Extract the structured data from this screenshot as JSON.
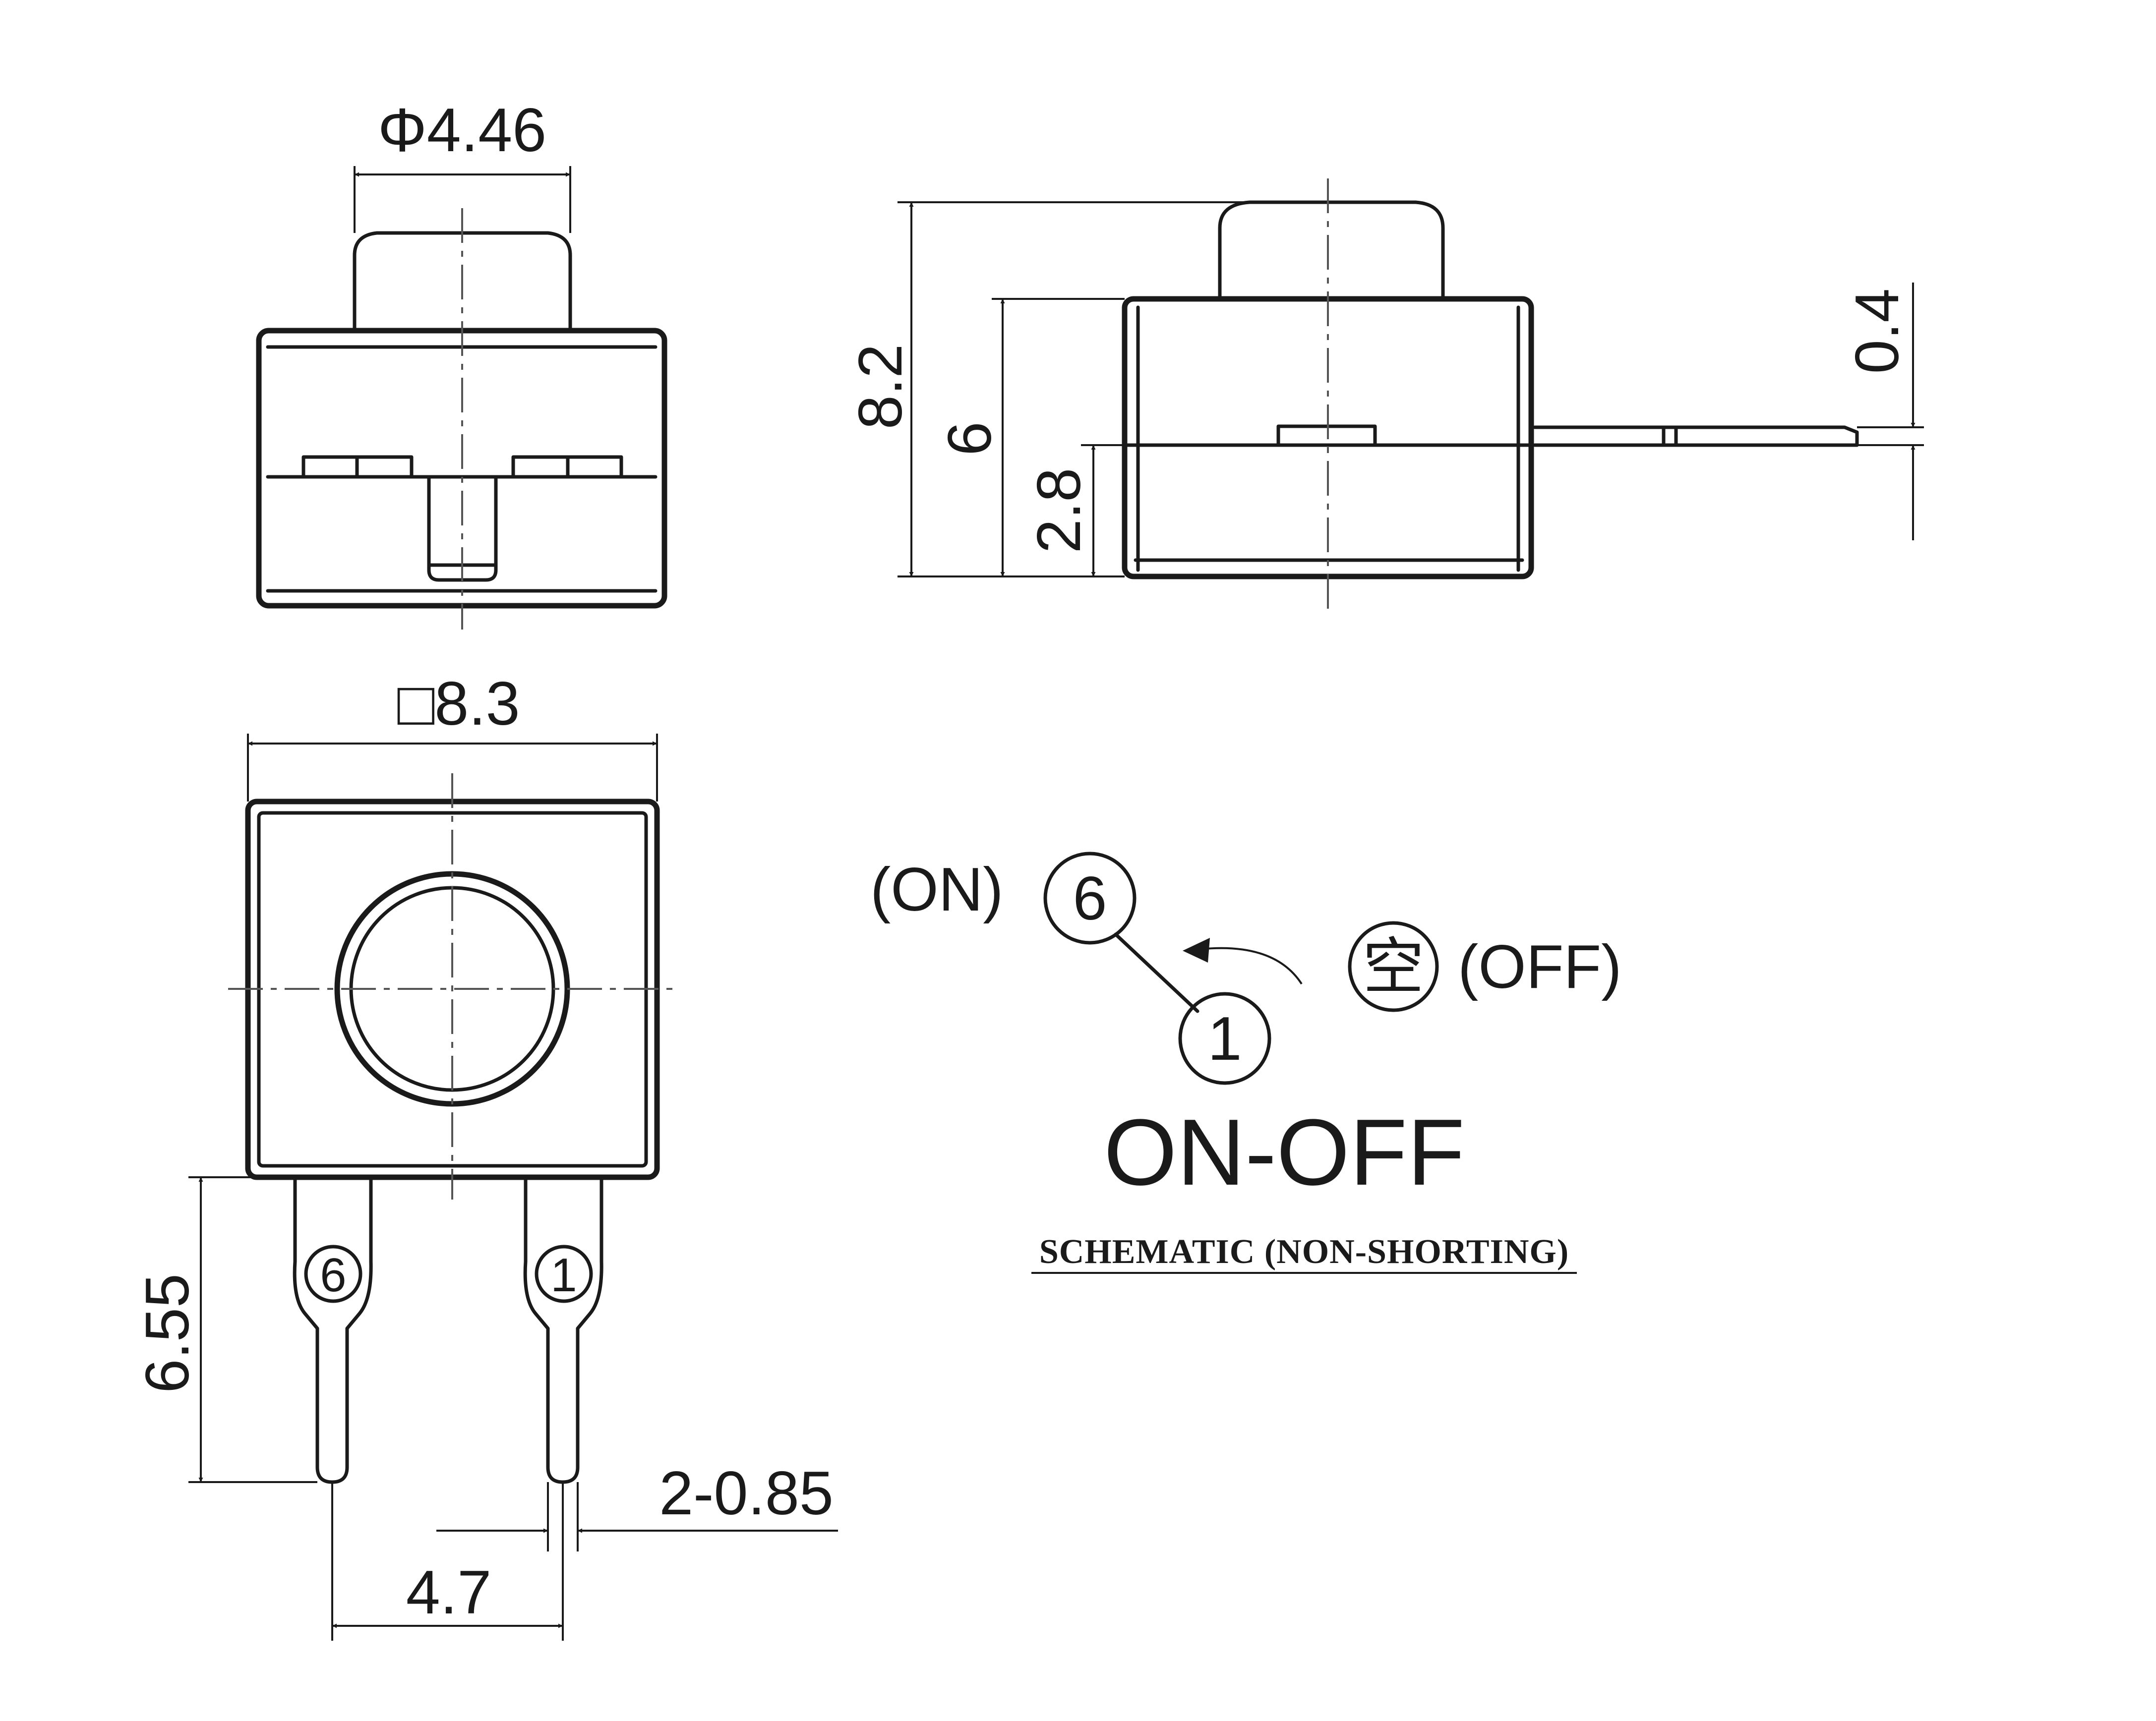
{
  "dimensions": {
    "button_diameter": "Φ4.46",
    "overall_height": "8.2",
    "body_height": "6",
    "terminal_height": "2.8",
    "terminal_thickness": "0.4",
    "body_square": "□8.3",
    "pin_length": "6.55",
    "pin_width": "2-0.85",
    "pin_spacing": "4.7"
  },
  "pins": {
    "left_pin": "6",
    "right_pin": "1"
  },
  "schematic": {
    "on_label": "(ON)",
    "on_pin": "6",
    "common_pin": "1",
    "off_symbol": "空",
    "off_label": "(OFF)",
    "mode_label": "ON-OFF",
    "caption": "SCHEMATIC (NON-SHORTING)"
  }
}
